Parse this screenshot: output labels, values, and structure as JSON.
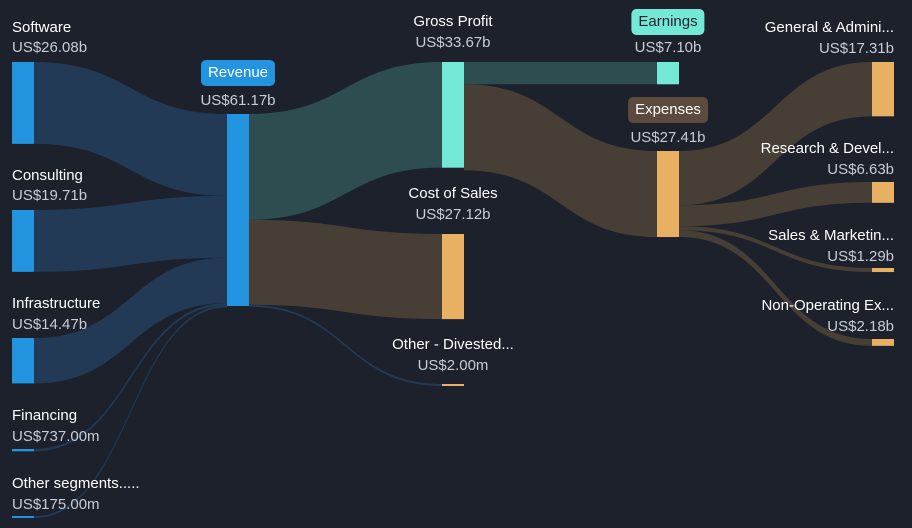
{
  "colors": {
    "background": "#1c212c",
    "revenue": "#2394df",
    "profit": "#74e8d7",
    "cost": "#e8b063",
    "revenue_flow": "#243c5a",
    "profit_flow": "#2e5052",
    "cost_flow": "#4a4136"
  },
  "chart_data": {
    "type": "sankey",
    "unit": "US$",
    "nodes": [
      {
        "id": "software",
        "label": "Software",
        "value_text": "US$26.08b",
        "value": 26.08
      },
      {
        "id": "consulting",
        "label": "Consulting",
        "value_text": "US$19.71b",
        "value": 19.71
      },
      {
        "id": "infrastructure",
        "label": "Infrastructure",
        "value_text": "US$14.47b",
        "value": 14.47
      },
      {
        "id": "financing",
        "label": "Financing",
        "value_text": "US$737.00m",
        "value": 0.737
      },
      {
        "id": "other_segments",
        "label": "Other segments.....",
        "value_text": "US$175.00m",
        "value": 0.175
      },
      {
        "id": "revenue",
        "label": "Revenue",
        "value_text": "US$61.17b",
        "value": 61.17
      },
      {
        "id": "gross_profit",
        "label": "Gross Profit",
        "value_text": "US$33.67b",
        "value": 33.67
      },
      {
        "id": "cost_of_sales",
        "label": "Cost of Sales",
        "value_text": "US$27.12b",
        "value": 27.12
      },
      {
        "id": "other_divested",
        "label": "Other - Divested...",
        "value_text": "US$2.00m",
        "value": 0.002
      },
      {
        "id": "earnings",
        "label": "Earnings",
        "value_text": "US$7.10b",
        "value": 7.1
      },
      {
        "id": "expenses",
        "label": "Expenses",
        "value_text": "US$27.41b",
        "value": 27.41
      },
      {
        "id": "ga",
        "label": "General & Admini...",
        "value_text": "US$17.31b",
        "value": 17.31
      },
      {
        "id": "rd",
        "label": "Research & Devel...",
        "value_text": "US$6.63b",
        "value": 6.63
      },
      {
        "id": "sm",
        "label": "Sales & Marketin...",
        "value_text": "US$1.29b",
        "value": 1.29
      },
      {
        "id": "nonop",
        "label": "Non-Operating Ex...",
        "value_text": "US$2.18b",
        "value": 2.18
      }
    ],
    "links": [
      {
        "source": "software",
        "target": "revenue",
        "value": 26.08
      },
      {
        "source": "consulting",
        "target": "revenue",
        "value": 19.71
      },
      {
        "source": "infrastructure",
        "target": "revenue",
        "value": 14.47
      },
      {
        "source": "financing",
        "target": "revenue",
        "value": 0.737
      },
      {
        "source": "other_segments",
        "target": "revenue",
        "value": 0.175
      },
      {
        "source": "revenue",
        "target": "gross_profit",
        "value": 33.67
      },
      {
        "source": "revenue",
        "target": "cost_of_sales",
        "value": 27.12
      },
      {
        "source": "revenue",
        "target": "other_divested",
        "value": 0.002
      },
      {
        "source": "gross_profit",
        "target": "earnings",
        "value": 7.1
      },
      {
        "source": "gross_profit",
        "target": "expenses",
        "value": 27.41
      },
      {
        "source": "expenses",
        "target": "ga",
        "value": 17.31
      },
      {
        "source": "expenses",
        "target": "rd",
        "value": 6.63
      },
      {
        "source": "expenses",
        "target": "sm",
        "value": 1.29
      },
      {
        "source": "expenses",
        "target": "nonop",
        "value": 2.18
      }
    ]
  }
}
